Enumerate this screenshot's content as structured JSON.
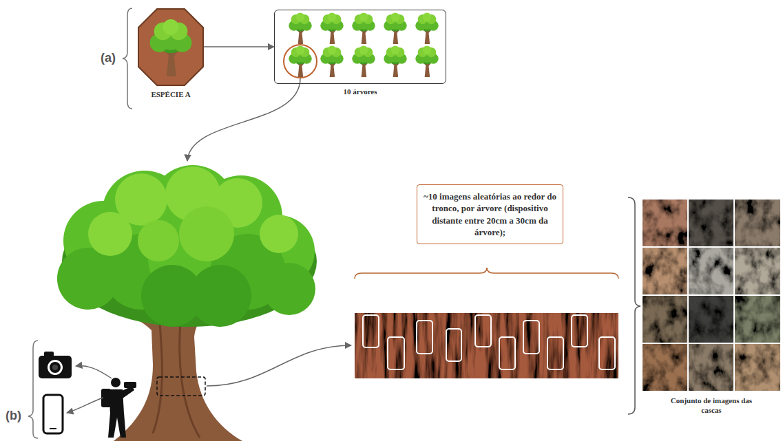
{
  "diagram": {
    "nodes": [
      {
        "text": [
          "ESPÉCIE A"
        ]
      },
      {
        "text": [
          "10 árvores"
        ]
      },
      {
        "text": [
          "~10 imagens aleatórias ao redor do tronco, por árvore (dispositivo distante entre 20cm a 30cm da árvore);"
        ]
      },
      {
        "text": [
          "Conjunto de imagens das cascas"
        ]
      }
    ],
    "edges": [
      {
        "from": 0,
        "to": 1,
        "arrow": "to"
      }
    ],
    "labels": [
      "(a)",
      "(b)"
    ]
  }
}
